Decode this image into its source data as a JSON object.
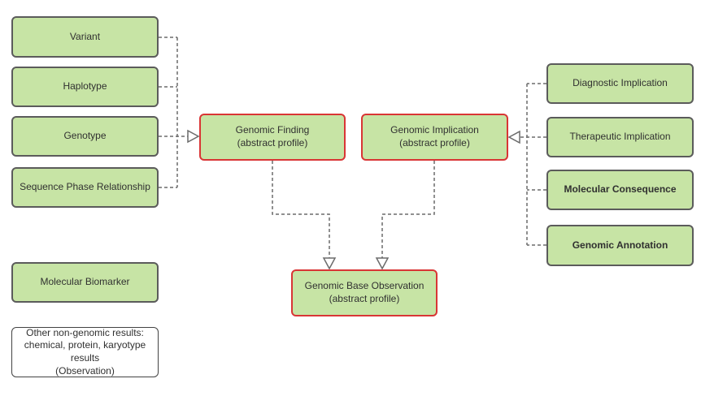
{
  "colors": {
    "node_fill_green": "#c7e4a5",
    "node_border_gray": "#5b5b5b",
    "abstract_border_red": "#d93535",
    "plain_node_fill": "#ffffff",
    "connector_gray": "#6b6b6b",
    "text": "#303030"
  },
  "boxes": {
    "variant": {
      "label": "Variant"
    },
    "haplotype": {
      "label": "Haplotype"
    },
    "genotype": {
      "label": "Genotype"
    },
    "sequence_phase_relationship": {
      "label": "Sequence Phase Relationship"
    },
    "molecular_biomarker": {
      "label": "Molecular Biomarker"
    },
    "other_non_genomic": {
      "line1": "Other non-genomic results:",
      "line2": "chemical, protein, karyotype results",
      "line3": "(Observation)"
    },
    "genomic_finding": {
      "title": "Genomic Finding",
      "subtitle": "(abstract profile)"
    },
    "genomic_implication": {
      "title": "Genomic Implication",
      "subtitle": "(abstract profile)"
    },
    "genomic_base_observation": {
      "title": "Genomic Base Observation",
      "subtitle": "(abstract profile)"
    },
    "diagnostic_implication": {
      "label": "Diagnostic Implication"
    },
    "therapeutic_implication": {
      "label": "Therapeutic Implication"
    },
    "molecular_consequence": {
      "label": "Molecular Consequence"
    },
    "genomic_annotation": {
      "label": "Genomic Annotation"
    }
  }
}
